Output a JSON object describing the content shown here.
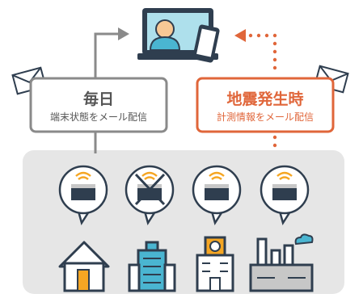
{
  "daily": {
    "title": "毎日",
    "subtitle": "端末状態をメール配信"
  },
  "earthquake": {
    "title": "地震発生時",
    "subtitle": "計測情報をメール配信"
  },
  "colors": {
    "gray_line": "#8a8a8a",
    "orange": "#e0663a",
    "panel_bg": "#e6e6e6",
    "navy": "#2f3e4f",
    "screen_blue": "#aee0ec",
    "skin": "#f7c895",
    "shirt_blue": "#4ab5d1",
    "door_orange": "#f5a623",
    "wifi_yellow": "#f5a623"
  },
  "icons": {
    "computer": "computer-user-icon",
    "phone": "smartphone-icon",
    "mail": "envelope-icon",
    "house": "house-icon",
    "office": "office-building-icon",
    "school": "school-icon",
    "factory": "factory-icon",
    "sensor": "wifi-sensor-icon"
  }
}
